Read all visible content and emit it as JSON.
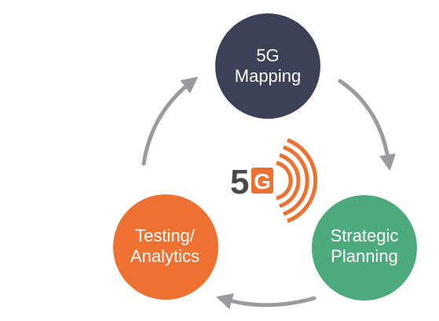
{
  "diagram": {
    "nodes": [
      {
        "id": "mapping",
        "lines": [
          "5G",
          "Mapping"
        ],
        "color": "#3d4157"
      },
      {
        "id": "strategic",
        "lines": [
          "Strategic",
          "Planning"
        ],
        "color": "#4caa7c"
      },
      {
        "id": "testing",
        "lines": [
          "Testing/",
          "Analytics"
        ],
        "color": "#ee7132"
      }
    ],
    "arrow_color": "#9a9b9f",
    "logo": {
      "text_5": "5",
      "text_g": "G",
      "dark_color": "#4a4a4a",
      "accent_color": "#ee7132",
      "icon": "signal-waves-icon"
    }
  }
}
